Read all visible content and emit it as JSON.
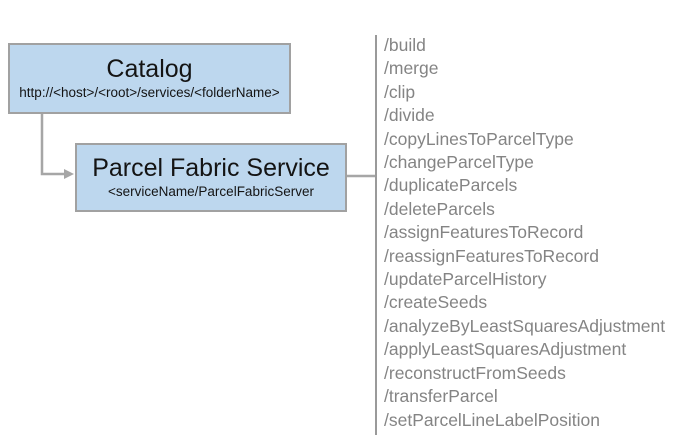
{
  "diagram": {
    "catalog": {
      "title": "Catalog",
      "subtitle": "http://<host>/<root>/services/<folderName>"
    },
    "service": {
      "title": "Parcel Fabric Service",
      "subtitle": "<serviceName/ParcelFabricServer"
    },
    "endpoints": [
      "/build",
      "/merge",
      "/clip",
      "/divide",
      "/copyLinesToParcelType",
      "/changeParcelType",
      "/duplicateParcels",
      "/deleteParcels",
      "/assignFeaturesToRecord",
      "/reassignFeaturesToRecord",
      "/updateParcelHistory",
      "/createSeeds",
      "/analyzeByLeastSquaresAdjustment",
      "/applyLeastSquaresAdjustment",
      "/reconstructFromSeeds",
      "/transferParcel",
      "/setParcelLineLabelPosition"
    ],
    "colors": {
      "box_fill": "#bdd7ee",
      "box_border": "#a1a1a1",
      "connector": "#a6a6a6",
      "endpoint_text": "#848484",
      "title_text": "#141414"
    }
  }
}
